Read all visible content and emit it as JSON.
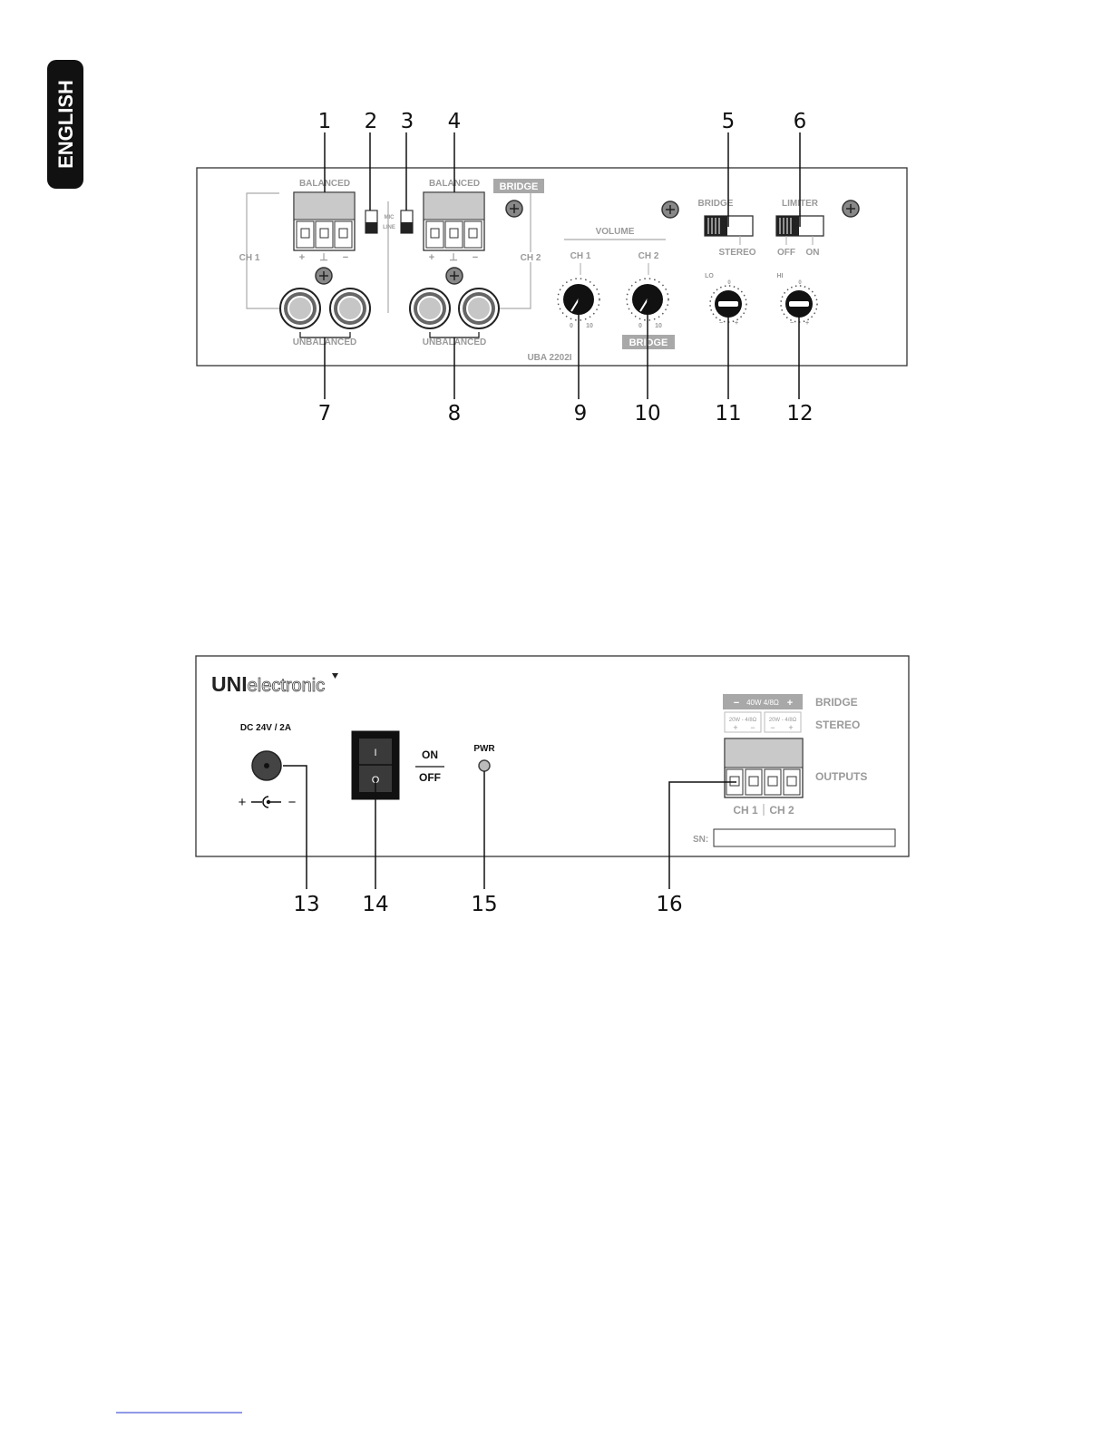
{
  "sidebar_tab": "ENGLISH",
  "callouts": {
    "n1": "1",
    "n2": "2",
    "n3": "3",
    "n4": "4",
    "n5": "5",
    "n6": "6",
    "n7": "7",
    "n8": "8",
    "n9": "9",
    "n10": "10",
    "n11": "11",
    "n12": "12",
    "n13": "13",
    "n14": "14",
    "n15": "15",
    "n16": "16"
  },
  "front_panel": {
    "balanced": "BALANCED",
    "bridge_badge": "BRIDGE",
    "mic": "MIC",
    "line": "LINE",
    "ch1": "CH 1",
    "ch2": "CH 2",
    "unbalanced": "UNBALANCED",
    "plus": "+",
    "ground": "⊥",
    "minus": "−",
    "volume": "VOLUME",
    "vol_ch1": "CH 1",
    "vol_ch2": "CH 2",
    "scale_min": "0",
    "scale_max": "10",
    "bridge_switch": "BRIDGE",
    "stereo": "STEREO",
    "limiter": "LIMITER",
    "off": "OFF",
    "on": "ON",
    "lo": "LO",
    "hi": "HI",
    "eq_zero": "0",
    "eq_minus": "−",
    "eq_plus": "+",
    "model": "UBA 2202I"
  },
  "rear_panel": {
    "brand_bold": "UNI",
    "brand_light": "electronic",
    "dc": "DC 24V / 2A",
    "polarity_plus": "+",
    "polarity_minus": "−",
    "on": "ON",
    "off": "OFF",
    "switch_on_symbol": "I",
    "switch_off_symbol": "O",
    "pwr": "PWR",
    "bridge_rating": "40W 4/8Ω",
    "bridge_minus": "−",
    "bridge_plus": "+",
    "stereo_rating_1": "20W - 4/8Ω",
    "stereo_rating_2": "20W - 4/8Ω",
    "bridge": "BRIDGE",
    "stereo": "STEREO",
    "outputs": "OUTPUTS",
    "ch1": "CH 1",
    "ch2": "CH 2",
    "sn": "SN:"
  }
}
